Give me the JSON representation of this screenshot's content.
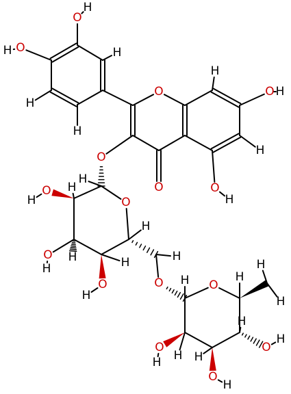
{
  "molecule": {
    "atoms": [
      {
        "id": "h_top",
        "label": "H",
        "element": "H"
      },
      {
        "id": "o_top",
        "label": "O",
        "element": "O"
      },
      {
        "id": "h_ul",
        "label": "H",
        "element": "H"
      },
      {
        "id": "o_ul",
        "label": "O",
        "element": "O"
      },
      {
        "id": "h_ring1_r",
        "label": "H",
        "element": "H"
      },
      {
        "id": "h_ring1_l",
        "label": "H",
        "element": "H"
      },
      {
        "id": "h_ring1_b",
        "label": "H",
        "element": "H"
      },
      {
        "id": "o_pyran",
        "label": "O",
        "element": "O"
      },
      {
        "id": "h_a_top",
        "label": "H",
        "element": "H"
      },
      {
        "id": "o_7",
        "label": "O",
        "element": "O"
      },
      {
        "id": "h_7",
        "label": "H",
        "element": "H"
      },
      {
        "id": "h_a_right",
        "label": "H",
        "element": "H"
      },
      {
        "id": "o_3",
        "label": "O",
        "element": "O"
      },
      {
        "id": "o_keto",
        "label": "O",
        "element": "O"
      },
      {
        "id": "o_5",
        "label": "O",
        "element": "O"
      },
      {
        "id": "h_5",
        "label": "H",
        "element": "H"
      },
      {
        "id": "h_glc_anom",
        "label": "H",
        "element": "H"
      },
      {
        "id": "o_glc2",
        "label": "O",
        "element": "O"
      },
      {
        "id": "h_glc2o",
        "label": "H",
        "element": "H"
      },
      {
        "id": "h_glc2",
        "label": "H",
        "element": "H"
      },
      {
        "id": "o_glc_ring",
        "label": "O",
        "element": "O"
      },
      {
        "id": "h_glc5",
        "label": "H",
        "element": "H"
      },
      {
        "id": "o_glc3",
        "label": "O",
        "element": "O"
      },
      {
        "id": "h_glc3o",
        "label": "H",
        "element": "H"
      },
      {
        "id": "h_glc3",
        "label": "H",
        "element": "H"
      },
      {
        "id": "h_glc4",
        "label": "H",
        "element": "H"
      },
      {
        "id": "h_glc6",
        "label": "H",
        "element": "H"
      },
      {
        "id": "o_glc4",
        "label": "O",
        "element": "O"
      },
      {
        "id": "h_glc4o",
        "label": "H",
        "element": "H"
      },
      {
        "id": "o_link",
        "label": "O",
        "element": "O"
      },
      {
        "id": "h_me",
        "label": "H",
        "element": "H"
      },
      {
        "id": "o_rha_ring",
        "label": "O",
        "element": "O"
      },
      {
        "id": "h_rha5",
        "label": "H",
        "element": "H"
      },
      {
        "id": "h_me2",
        "label": "H",
        "element": "H"
      },
      {
        "id": "h_rha_anom",
        "label": "H",
        "element": "H"
      },
      {
        "id": "o_rha2",
        "label": "O",
        "element": "O"
      },
      {
        "id": "h_rha2o",
        "label": "H",
        "element": "H"
      },
      {
        "id": "h_rha2",
        "label": "H",
        "element": "H"
      },
      {
        "id": "h_rha4",
        "label": "H",
        "element": "H"
      },
      {
        "id": "o_rha4",
        "label": "O",
        "element": "O"
      },
      {
        "id": "h_rha4o",
        "label": "H",
        "element": "H"
      },
      {
        "id": "h_rha3",
        "label": "H",
        "element": "H"
      },
      {
        "id": "o_rha3",
        "label": "O",
        "element": "O"
      },
      {
        "id": "h_rha3o",
        "label": "H",
        "element": "H"
      }
    ],
    "colors": {
      "bond": "#000000",
      "hydrogen": "#000000",
      "oxygen": "#cc0000",
      "wedge": "#cc0000"
    }
  }
}
